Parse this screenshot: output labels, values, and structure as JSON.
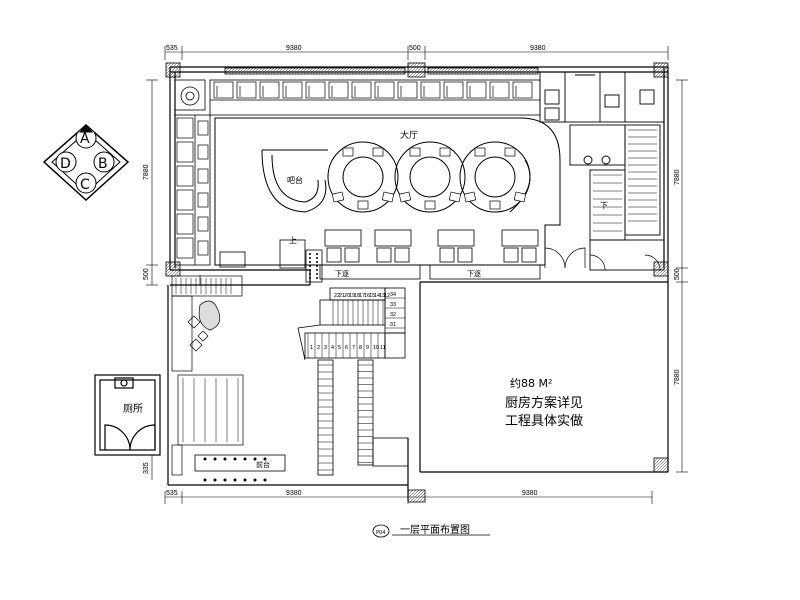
{
  "dimensions": {
    "top": [
      "535",
      "9380",
      "500",
      "9380"
    ],
    "bottom": [
      "535",
      "9380",
      "9380"
    ],
    "left": [
      "7880",
      "500",
      "335"
    ],
    "right": [
      "7880",
      "500",
      "7880"
    ]
  },
  "compass": {
    "north": "A",
    "west": "D",
    "east": "B",
    "south": "C"
  },
  "rooms": {
    "hall": "大厅",
    "bar": "吧台",
    "kitchen_area": "约88 M²",
    "kitchen_note_1": "厨房方案详见",
    "kitchen_note_2": "工程具体实做",
    "toilet": "厕所",
    "reception": "前台",
    "stairs_up": "上",
    "stairs_down": "下",
    "step_down_1": "下逐",
    "step_down_2": "下逐"
  },
  "stair_numbers": {
    "upper": [
      "22",
      "21",
      "20",
      "19",
      "18",
      "17",
      "16",
      "15",
      "14",
      "13",
      "12"
    ],
    "side": [
      "34",
      "33",
      "32",
      "31"
    ],
    "lower": [
      "1",
      "2",
      "3",
      "4",
      "5",
      "6",
      "7",
      "8",
      "9",
      "10",
      "11"
    ]
  },
  "title": {
    "badge": "P04",
    "text": "一层平面布置图"
  },
  "colors": {
    "line": "#000000",
    "fill": "#ffffff",
    "hatch": "#555555"
  }
}
